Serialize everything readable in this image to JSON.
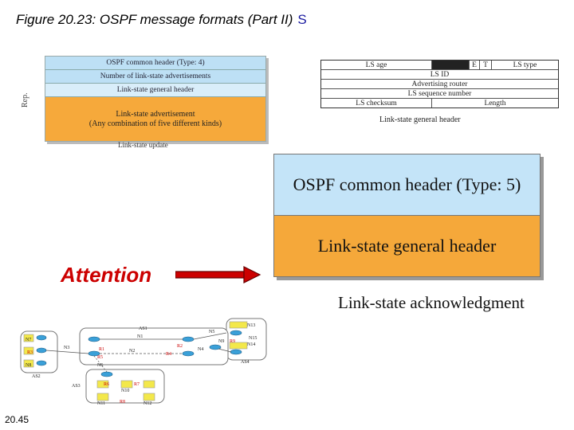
{
  "title": {
    "text": "Figure 20.23: OSPF message formats (Part II)",
    "mark": "S"
  },
  "lsu_figure": {
    "rows": [
      "OSPF common header (Type: 4)",
      "Number of link-state advertisements",
      "Link-state general header"
    ],
    "big_line1": "Link-state advertisement",
    "big_line2": "(Any combination of five different kinds)",
    "side_label": "Rep.",
    "caption": "Link-state update"
  },
  "header_figure": {
    "row1": {
      "ls_age": "LS age",
      "e": "E",
      "t": "T",
      "ls_type": "LS type"
    },
    "row2": "LS ID",
    "row3": "Advertising router",
    "row4": "LS sequence number",
    "row5": {
      "checksum": "LS checksum",
      "length": "Length"
    },
    "caption": "Link-state general header"
  },
  "ack_figure": {
    "top": "OSPF common header (Type: 5)",
    "bottom": "Link-state general header",
    "caption": "Link-state acknowledgment"
  },
  "attention": "Attention",
  "network_diagram": {
    "labels": [
      "AS1",
      "AS2",
      "AS3",
      "AS4",
      "N1",
      "N2",
      "N3",
      "N4",
      "N5",
      "N6",
      "N7",
      "N8",
      "N9",
      "N10",
      "N11",
      "N12",
      "N13",
      "N14",
      "N15",
      "R1",
      "R2",
      "R3",
      "R4",
      "R5",
      "R6",
      "R7",
      "R8",
      "R9"
    ]
  },
  "page_number": "20.45",
  "colors": {
    "accent_red": "#cc0000",
    "orange": "#f5a83a",
    "light_blue": "#c4e4f8"
  }
}
